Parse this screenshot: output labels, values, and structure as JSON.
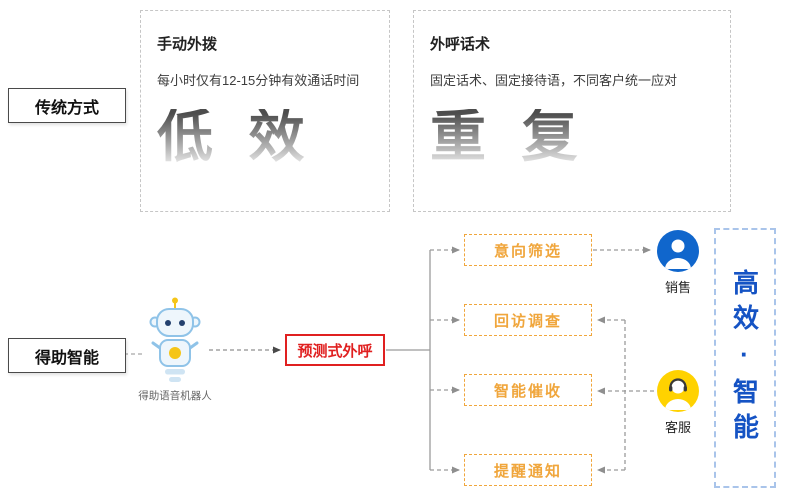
{
  "traditional": {
    "label": "传统方式",
    "panels": [
      {
        "title": "手动外拨",
        "desc": "每小时仅有12-15分钟有效通话时间",
        "keyword": "低 效"
      },
      {
        "title": "外呼话术",
        "desc": "固定话术、固定接待语，不同客户统一应对",
        "keyword": "重 复"
      }
    ]
  },
  "smart": {
    "label": "得助智能",
    "robot_caption": "得助语音机器人",
    "core_node": "预测式外呼",
    "branches": [
      {
        "label": "意向筛选"
      },
      {
        "label": "回访调查"
      },
      {
        "label": "智能催收"
      },
      {
        "label": "提醒通知"
      }
    ],
    "sales_caption": "销售",
    "service_caption": "客服",
    "result": "高效·智能"
  },
  "colors": {
    "core_red": "#e02020",
    "branch_orange": "#f0a63c",
    "result_blue": "#1553c4",
    "sales_icon_blue": "#1066cc",
    "service_icon_yellow": "#ffd200",
    "gradient_text_gray": "#4d4d4d"
  }
}
